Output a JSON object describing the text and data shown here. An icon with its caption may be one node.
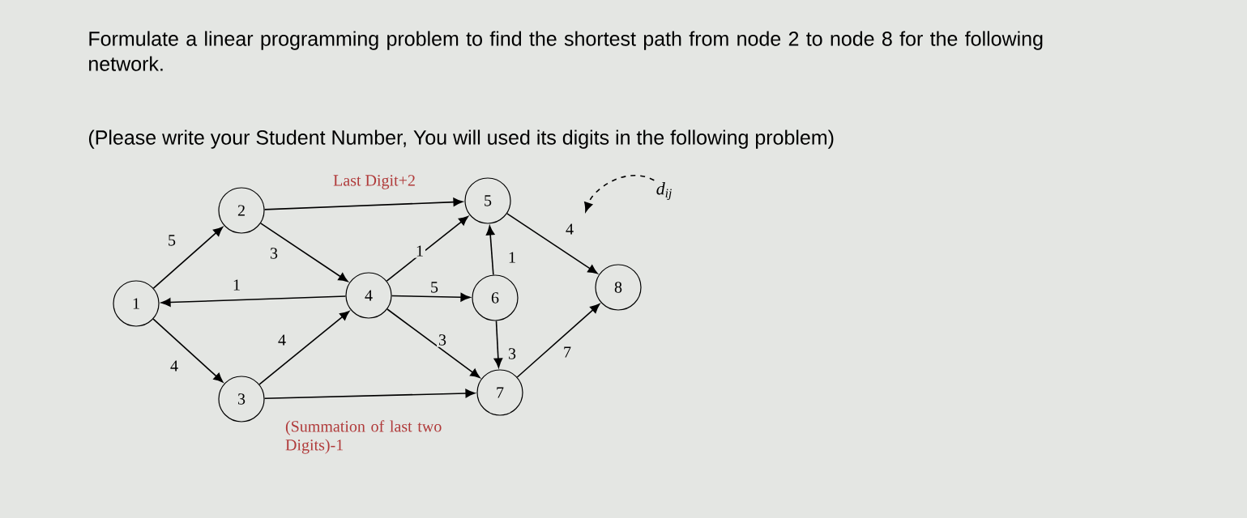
{
  "diagram": {
    "title": "Formulate a linear programming problem to find the shortest path from node 2 to node 8 for the following network.",
    "nodes": [
      {
        "text": [
          "1"
        ]
      },
      {
        "text": [
          "2"
        ]
      },
      {
        "text": [
          "3"
        ]
      },
      {
        "text": [
          "4"
        ]
      },
      {
        "text": [
          "5"
        ]
      },
      {
        "text": [
          "6"
        ]
      },
      {
        "text": [
          "7"
        ]
      },
      {
        "text": [
          "8"
        ]
      },
      {
        "text": [
          "d$_{ij}$"
        ]
      }
    ],
    "edges": [
      {
        "from": 0,
        "to": 1,
        "arrow": "to",
        "label": "5"
      },
      {
        "from": 0,
        "to": 2,
        "arrow": "to",
        "label": "4"
      },
      {
        "from": 1,
        "to": 4,
        "arrow": "to",
        "label": "Last Digit+2"
      },
      {
        "from": 1,
        "to": 3,
        "arrow": "to",
        "label": "3"
      },
      {
        "from": 3,
        "to": 0,
        "arrow": "to",
        "label": "1"
      },
      {
        "from": 2,
        "to": 3,
        "arrow": "to",
        "label": "4"
      },
      {
        "from": 2,
        "to": 6,
        "arrow": "to",
        "label": "(Summation of last two Digits)-1"
      },
      {
        "from": 3,
        "to": 4,
        "arrow": "to",
        "label": "1"
      },
      {
        "from": 3,
        "to": 5,
        "arrow": "to",
        "label": "5"
      },
      {
        "from": 3,
        "to": 6,
        "arrow": "to",
        "label": "3"
      },
      {
        "from": 5,
        "to": 4,
        "arrow": "to",
        "label": "1"
      },
      {
        "from": 5,
        "to": 6,
        "arrow": "to",
        "label": "3"
      },
      {
        "from": 4,
        "to": 7,
        "arrow": "to",
        "label": "4"
      },
      {
        "from": 6,
        "to": 7,
        "arrow": "to",
        "label": "7"
      },
      {
        "from": 8,
        "to": null,
        "arrow": "to",
        "style": "dashed"
      }
    ],
    "labels": [
      "(Please write your Student Number, You will used its digits in the following problem)"
    ]
  }
}
